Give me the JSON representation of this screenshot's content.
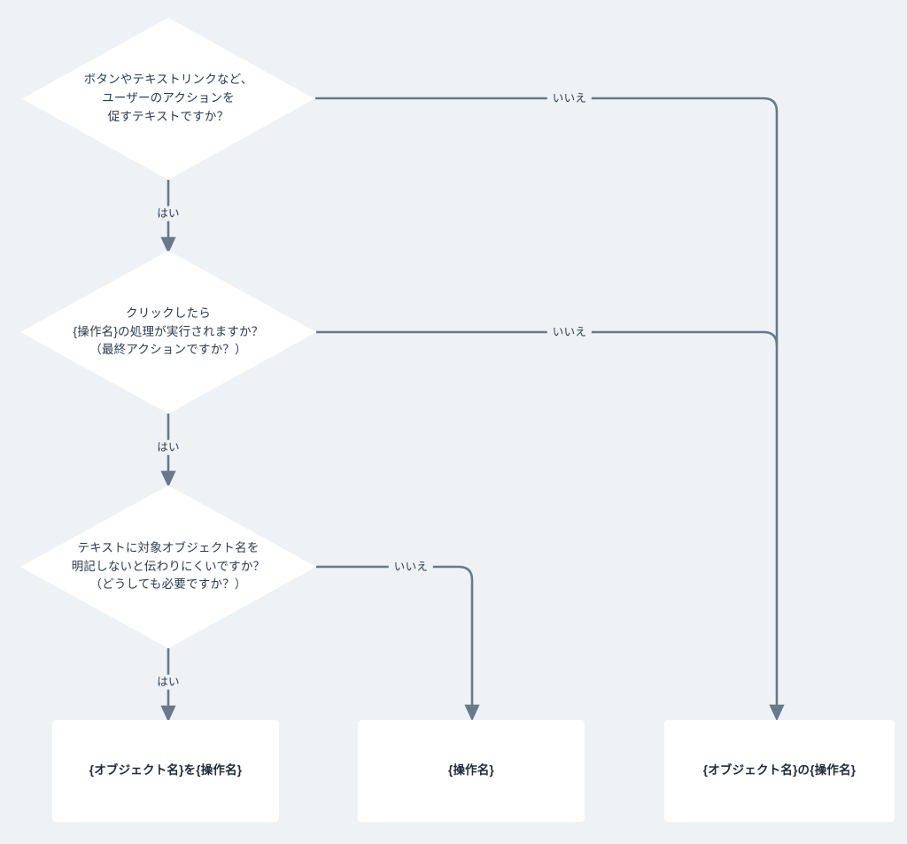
{
  "diagram": {
    "type": "flowchart",
    "title": "",
    "background_color": "#eef2f5",
    "node_fill_color": "#ffffff",
    "edge_color": "#67798a",
    "text_color": "#2b3b4e",
    "nodes": [
      {
        "id": "q1",
        "shape": "diamond",
        "text": "ボタンやテキストリンクなど、\nユーザーのアクションを\n促すテキストですか？"
      },
      {
        "id": "q2",
        "shape": "diamond",
        "text": "クリックしたら\n{操作名}の処理が実行されますか？\n（最終アクションですか？）"
      },
      {
        "id": "q3",
        "shape": "diamond",
        "text": "テキストに対象オブジェクト名を\n明記しないと伝わりにくいですか？\n（どうしても必要ですか？）"
      },
      {
        "id": "r1",
        "shape": "rect",
        "text": "{オブジェクト名}を{操作名}"
      },
      {
        "id": "r2",
        "shape": "rect",
        "text": "{操作名}"
      },
      {
        "id": "r3",
        "shape": "rect",
        "text": "{オブジェクト名}の{操作名}"
      }
    ],
    "edges": [
      {
        "id": "e1",
        "from": "q1",
        "to": "q2",
        "label": "はい"
      },
      {
        "id": "e2",
        "from": "q1",
        "to": "r3",
        "label": "いいえ"
      },
      {
        "id": "e3",
        "from": "q2",
        "to": "q3",
        "label": "はい"
      },
      {
        "id": "e4",
        "from": "q2",
        "to": "r3",
        "label": "いいえ"
      },
      {
        "id": "e5",
        "from": "q3",
        "to": "r1",
        "label": "はい"
      },
      {
        "id": "e6",
        "from": "q3",
        "to": "r2",
        "label": "いいえ"
      }
    ]
  }
}
